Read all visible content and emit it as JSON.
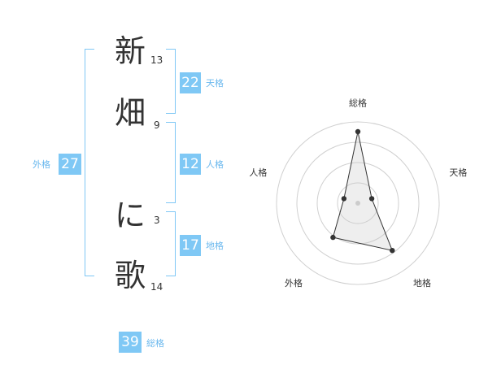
{
  "name": {
    "chars": [
      {
        "char": "新",
        "strokes": "13"
      },
      {
        "char": "畑",
        "strokes": "9"
      },
      {
        "char": "に",
        "strokes": "3"
      },
      {
        "char": "歌",
        "strokes": "14"
      }
    ]
  },
  "kaku": {
    "tenkaku": {
      "value": "22",
      "label": "天格"
    },
    "jinkaku": {
      "value": "12",
      "label": "人格"
    },
    "chikaku": {
      "value": "17",
      "label": "地格"
    },
    "gaikaku": {
      "value": "27",
      "label": "外格"
    },
    "soukaku": {
      "value": "39",
      "label": "総格"
    }
  },
  "colors": {
    "accent": "#7fc8f5",
    "label": "#6ab8ee"
  },
  "chart_data": {
    "type": "radar",
    "axes": [
      "総格",
      "天格",
      "地格",
      "外格",
      "人格"
    ],
    "values": [
      4.4,
      0.9,
      3.6,
      2.6,
      0.9
    ],
    "max": 5,
    "rings": 4
  }
}
